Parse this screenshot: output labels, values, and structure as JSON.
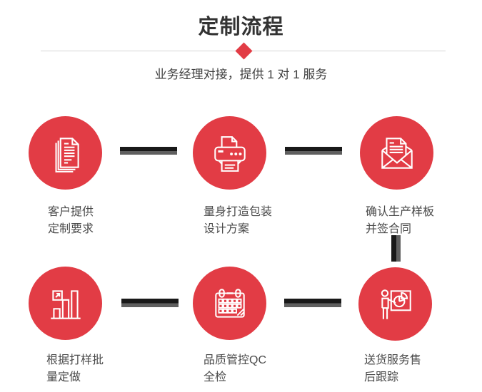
{
  "header": {
    "title": "定制流程",
    "subtitle": "业务经理对接，提供 1 对 1 服务"
  },
  "colors": {
    "accent": "#e23c45",
    "connector_dark": "#191919",
    "connector_gray": "#5f5f5f",
    "title_color": "#333333",
    "label_color": "#4a4a4a",
    "divider": "#d5d5d5"
  },
  "steps": [
    {
      "icon": "documents-icon",
      "label_line1": "客户提供",
      "label_line2": "定制要求"
    },
    {
      "icon": "printer-icon",
      "label_line1": "量身打造包装",
      "label_line2": "设计方案"
    },
    {
      "icon": "envelope-icon",
      "label_line1": "确认生产样板",
      "label_line2": "并签合同"
    },
    {
      "icon": "bar-chart-icon",
      "label_line1": "根据打样批",
      "label_line2": "量定做"
    },
    {
      "icon": "calendar-icon",
      "label_line1": "品质管控QC",
      "label_line2": "全检"
    },
    {
      "icon": "presentation-icon",
      "label_line1": "送货服务售",
      "label_line2": "后跟踪"
    }
  ]
}
